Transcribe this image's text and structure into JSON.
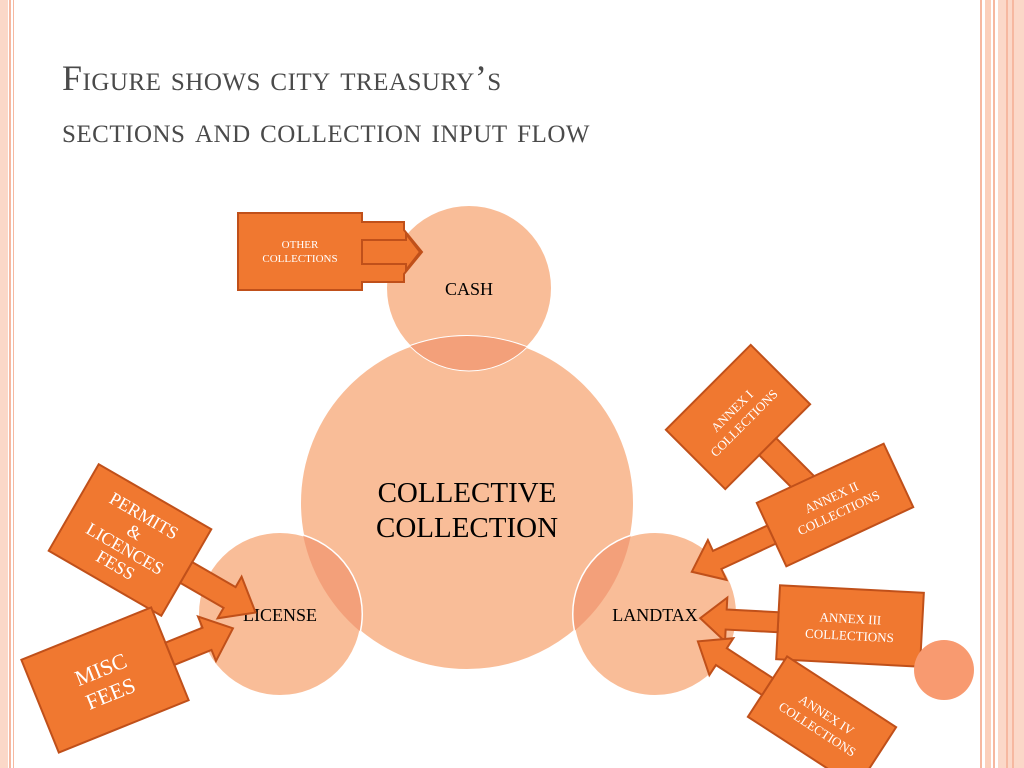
{
  "title": {
    "line1": "Figure shows city treasury’s",
    "line2": "sections and collection input flow"
  },
  "colors": {
    "circle_fill": "#f9bd98",
    "arrow_fill": "#f07830",
    "arrow_stroke": "#c0501a",
    "accent_dot": "#f89a70",
    "border_stripe": "#f6b8a0",
    "title_text": "#4a4a4a"
  },
  "circles": {
    "center": "COLLECTIVE COLLECTION",
    "cash": "CASH",
    "license": "LICENSE",
    "landtax": "LANDTAX"
  },
  "arrows": {
    "other_collections": [
      "OTHER",
      "COLLECTIONS"
    ],
    "permits": [
      "PERMITS",
      "&",
      "LICENCES",
      "FESS"
    ],
    "misc_fees": [
      "MISC",
      "FEES"
    ],
    "annex_1": [
      "ANNEX I",
      "COLLECTIONS"
    ],
    "annex_2": [
      "ANNEX II",
      "COLLECTIONS"
    ],
    "annex_3": [
      "ANNEX III",
      "COLLECTIONS"
    ],
    "annex_4": [
      "ANNEX IV",
      "COLLECTIONS"
    ]
  }
}
